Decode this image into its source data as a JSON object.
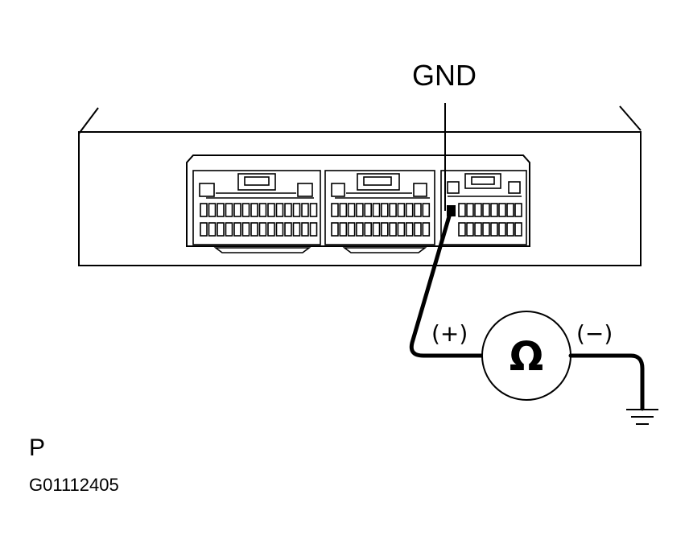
{
  "labels": {
    "terminal": "GND",
    "positive_probe": "(+)",
    "negative_probe": "(−)",
    "meter_symbol": "Ω",
    "page_letter": "P",
    "figure_code": "G01112405"
  },
  "icons": {
    "meter": "ohmmeter-icon",
    "ground": "ground-symbol-icon"
  },
  "colors": {
    "line": "#000000",
    "background": "#ffffff"
  }
}
